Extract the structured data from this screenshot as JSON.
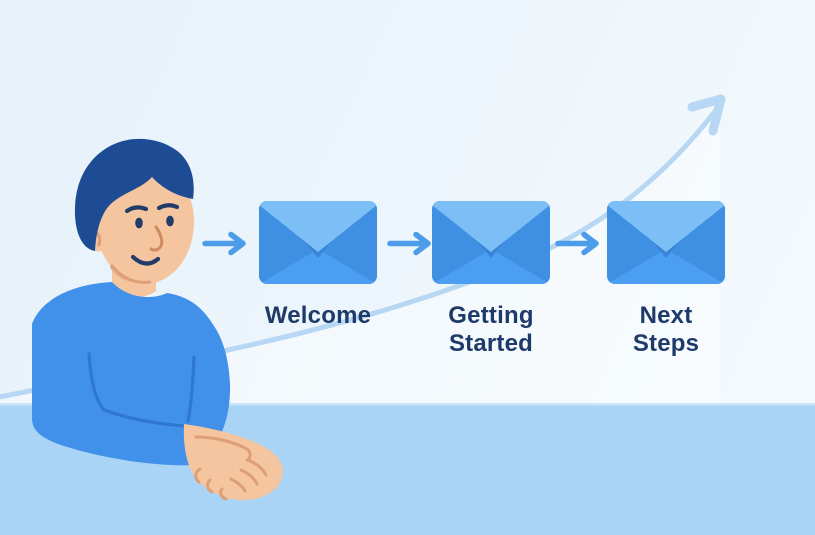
{
  "steps": [
    {
      "label": "Welcome",
      "lines": [
        "Welcome"
      ]
    },
    {
      "label": "Getting Started",
      "lines": [
        "Getting",
        "Started"
      ]
    },
    {
      "label": "Next Steps",
      "lines": [
        "Next",
        "Steps"
      ]
    }
  ],
  "icons": {
    "envelope": "envelope-icon",
    "flow_arrow": "arrow-right-icon",
    "growth": "growth-arrow-icon",
    "person": "person-handshake-illustration"
  },
  "colors": {
    "background_top": "#e6f1fa",
    "background_mid": "#eef6fc",
    "background_bottom": "#f5fafd",
    "table_surface": "#a9d4f6",
    "table_edge": "#cfe6fb",
    "growth_curve": "#b7d7f4",
    "flow_arrow": "#4d9ce9",
    "label_text": "#1e3a69",
    "envelope_side": "#3f8fe2",
    "envelope_bottom": "#4b9ef2",
    "envelope_flap": "#7cbff7",
    "envelope_flap_shadow": "#3a84d8",
    "sweater": "#4190ea",
    "sweater_crease": "#2d74cc",
    "skin": "#f5c59f",
    "skin_shadow": "#e8ab80",
    "skin_line": "#dd9f78",
    "nose_line": "#d18a60",
    "hair": "#1e4c94",
    "face_feature": "#223c6a"
  }
}
